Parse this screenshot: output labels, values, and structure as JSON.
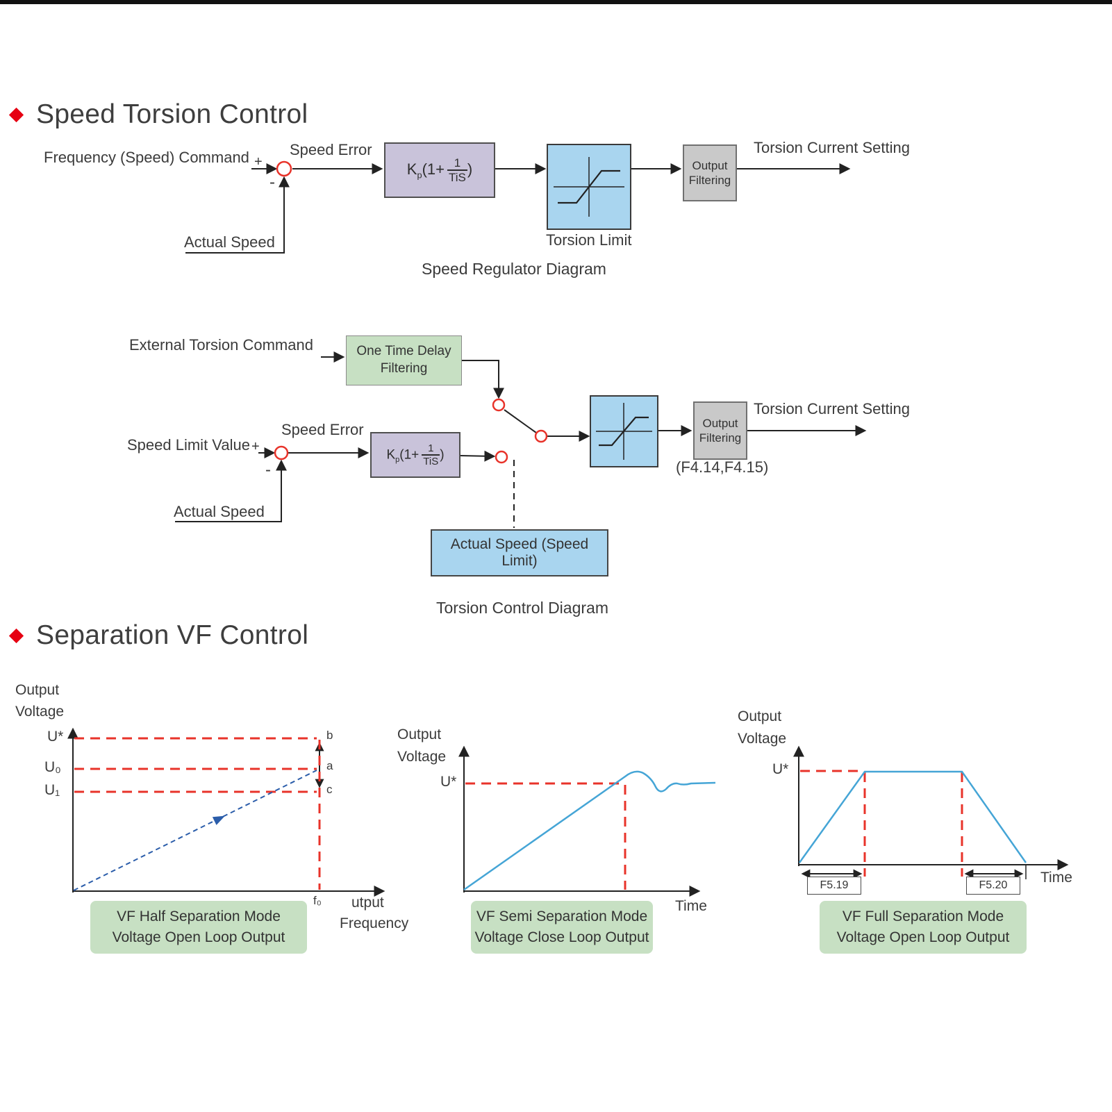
{
  "colors": {
    "accent_red": "#e60012",
    "reference_red": "#e8332a",
    "block_purple": "#c9c3da",
    "block_blue": "#a9d5ef",
    "block_gray": "#c9c9c9",
    "block_green": "#c7e0c3",
    "curve_blue": "#45a5d6",
    "guide_blue": "#2b5daa"
  },
  "sections": {
    "speed_torsion": "Speed Torsion Control",
    "separation_vf": "Separation VF Control"
  },
  "d1": {
    "freq_cmd": "Frequency (Speed) Command",
    "plus": "+",
    "minus": "-",
    "speed_error": "Speed Error",
    "actual_speed": "Actual Speed",
    "f_k": "K",
    "f_p": "p",
    "f_open": "(1+",
    "f_num": "1",
    "f_den": "TiS",
    "f_close": ")",
    "torsion_limit": "Torsion Limit",
    "out_filter_1": "Output",
    "out_filter_2": "Filtering",
    "torsion_current": "Torsion Current Setting",
    "caption": "Speed Regulator Diagram"
  },
  "d2": {
    "ext_cmd": "External Torsion Command",
    "delay_1": "One Time Delay",
    "delay_2": "Filtering",
    "speed_limit": "Speed Limit Value",
    "plus": "+",
    "minus": "-",
    "speed_error": "Speed Error",
    "actual_speed": "Actual Speed",
    "f_k": "K",
    "f_p": "p",
    "f_open": "(1+",
    "f_num": "1",
    "f_den": "TiS",
    "f_close": ")",
    "out_filter_1": "Output",
    "out_filter_2": "Filtering",
    "torsion_current": "Torsion Current Setting",
    "f_codes": "(F4.14,F4.15)",
    "speed_limit_box": "Actual Speed (Speed Limit)",
    "caption": "Torsion Control Diagram"
  },
  "c1": {
    "y_label_1": "Output",
    "y_label_2": "Voltage",
    "u_star": "U*",
    "u0": "U₀",
    "u1": "U₁",
    "pt_b": "b",
    "pt_a": "a",
    "pt_c": "c",
    "f0": "f₀",
    "x_label_1": "utput",
    "x_label_2": "Frequency",
    "caption_1": "VF Half Separation Mode",
    "caption_2": "Voltage Open Loop Output"
  },
  "c2": {
    "y_label_1": "Output",
    "y_label_2": "Voltage",
    "u_star": "U*",
    "x_label": "Time",
    "caption_1": "VF Semi Separation Mode",
    "caption_2": "Voltage Close Loop Output"
  },
  "c3": {
    "y_label_1": "Output",
    "y_label_2": "Voltage",
    "u_star": "U*",
    "x_label": "Time",
    "f519": "F5.19",
    "f520": "F5.20",
    "caption_1": "VF Full Separation Mode",
    "caption_2": "Voltage Open Loop Output"
  },
  "chart_data": [
    {
      "type": "line",
      "title": "VF Half Separation Mode Voltage Open Loop Output",
      "ylabel": "Output Voltage",
      "xlabel": "utput Frequency",
      "reference_levels": [
        "U*",
        "U₀",
        "U₁"
      ],
      "x_ticks": [
        "f₀"
      ],
      "point_labels": [
        "b",
        "a",
        "c"
      ],
      "shape": "dashed linear ramp from origin reaching U₀ at f₀; U* and U₁ reference levels marked at f₀ with double arrow b-a-c"
    },
    {
      "type": "line",
      "title": "VF Semi Separation Mode Voltage Close Loop Output",
      "ylabel": "Output Voltage",
      "xlabel": "Time",
      "reference_levels": [
        "U*"
      ],
      "shape": "linear rise to U*, overshoot oscillation, settles at U*"
    },
    {
      "type": "line",
      "title": "VF Full Separation Mode Voltage Open Loop Output",
      "ylabel": "Output Voltage",
      "xlabel": "Time",
      "reference_levels": [
        "U*"
      ],
      "annotations": [
        "F5.19",
        "F5.20"
      ],
      "shape": "trapezoid: ramp up during F5.19, hold at U*, ramp down during F5.20"
    }
  ]
}
